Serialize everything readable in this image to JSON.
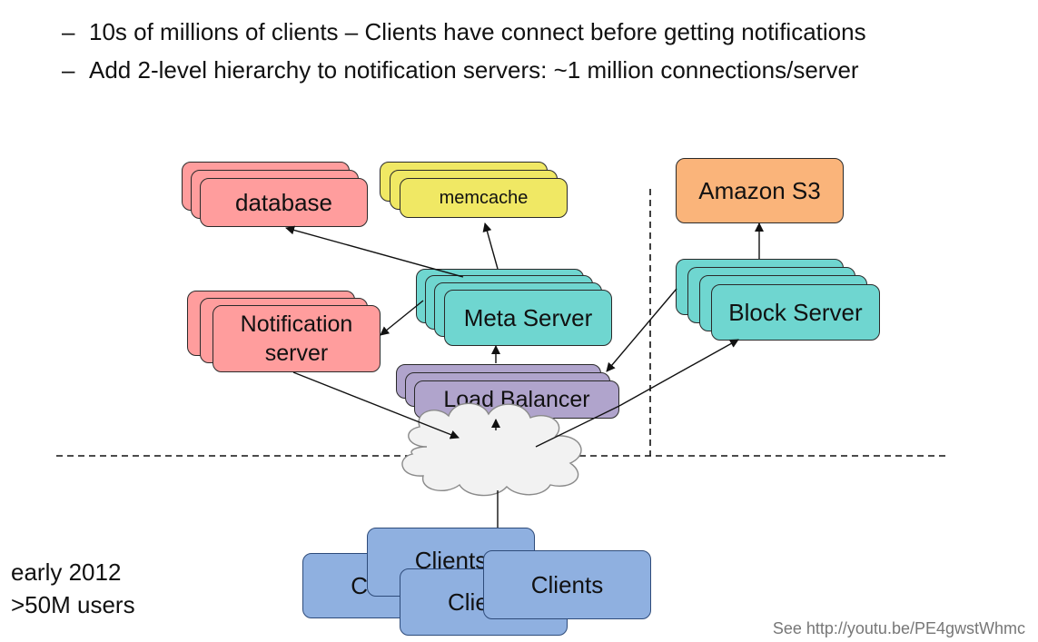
{
  "bullets": [
    "10s of millions of clients – Clients have connect before getting notifications",
    "Add 2-level hierarchy to notification servers: ~1 million connections/server"
  ],
  "bullet_dash": "–",
  "nodes": {
    "database": "database",
    "memcache": "memcache",
    "amazon_s3": "Amazon S3",
    "notification_server_line1": "Notification",
    "notification_server_line2": "server",
    "meta_server": "Meta Server",
    "block_server": "Block Server",
    "load_balancer": "Load Balancer",
    "clients_top_fragment": "Clients",
    "clients_left_fragment": "C",
    "clients_mid_fragment": "Clie",
    "clients_front": "Clients"
  },
  "note": {
    "line1": "early 2012",
    "line2": ">50M users"
  },
  "source": "See http://youtu.be/PE4gwstWhmc",
  "colors": {
    "database": "#ff9d9d",
    "memcache": "#f0e864",
    "amazon_s3": "#fab47a",
    "server": "#6fd6d0",
    "load_balancer": "#b0a4cc",
    "clients": "#8fb0e0",
    "cloud": "#f2f2f2"
  }
}
